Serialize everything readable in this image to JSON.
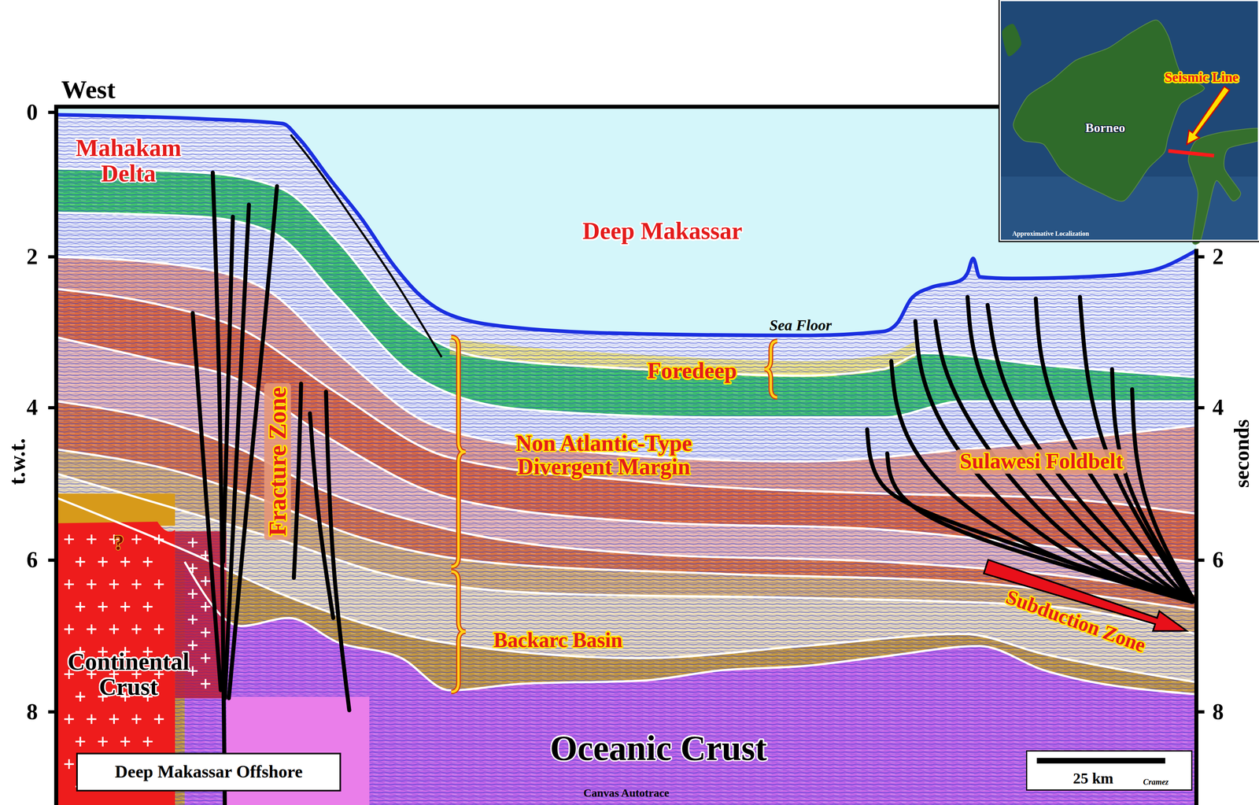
{
  "diagram": {
    "nodes": [
      {
        "text": [
          "Seismic Line",
          "Borneo",
          "Approximative Localization"
        ]
      },
      {
        "text": [
          "Deep Makassar Offshore"
        ]
      },
      {
        "text": [
          "25 km",
          "Cramez"
        ]
      }
    ],
    "labels": [
      "West",
      "0",
      "2",
      "4",
      "6",
      "8",
      "2",
      "4",
      "6",
      "8",
      "t.w.t.",
      "seconds",
      "Mahakam Delta",
      "Deep Makassar",
      "Fracture Zone",
      "Sea Floor",
      "Foredeep",
      "Non Atlantic-Type Divergent Margin",
      "Sulawesi Foldbelt",
      "Subduction Zone",
      "Backarc Basin",
      "?",
      "Continental Crust",
      "Oceanic Crust",
      "Canvas Autotrace"
    ]
  }
}
